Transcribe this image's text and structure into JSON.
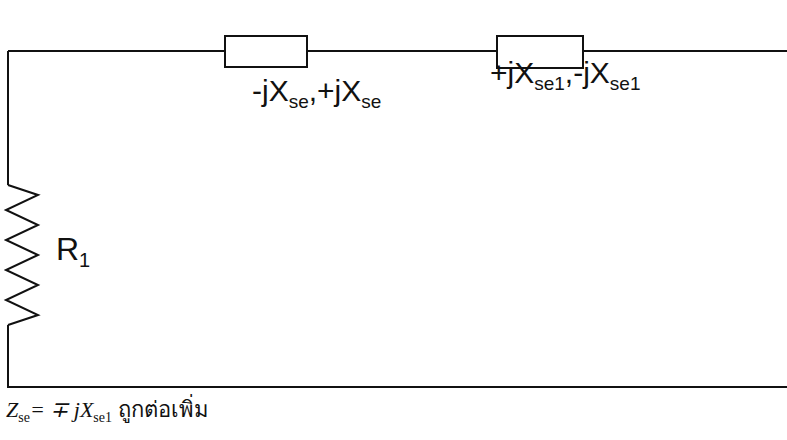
{
  "diagram": {
    "labels": [
      "-jX",
      "se",
      ",+jX",
      "se",
      "+jX",
      "se1",
      ",-jX",
      "se1",
      "R",
      "1",
      "Z",
      "se",
      "= ∓ jX",
      "se1",
      "ถูกต่อเพิ่ม"
    ]
  }
}
